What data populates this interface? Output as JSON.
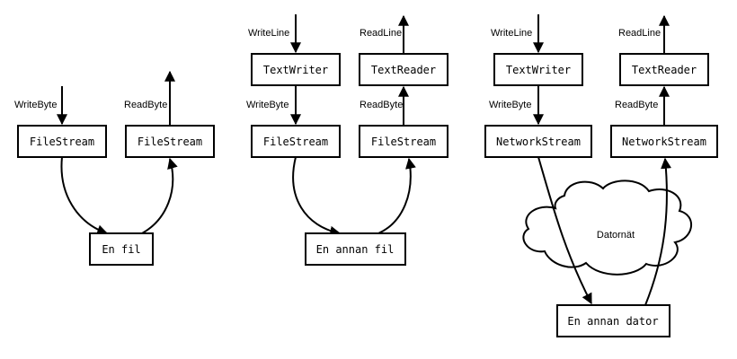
{
  "diagram1": {
    "label_writebyte": "WriteByte",
    "label_readbyte": "ReadByte",
    "box_write_filestream": "FileStream",
    "box_read_filestream": "FileStream",
    "box_file": "En fil"
  },
  "diagram2": {
    "label_writeline": "WriteLine",
    "label_readline": "ReadLine",
    "label_writebyte": "WriteByte",
    "label_readbyte": "ReadByte",
    "box_textwriter": "TextWriter",
    "box_textreader": "TextReader",
    "box_write_filestream": "FileStream",
    "box_read_filestream": "FileStream",
    "box_file": "En annan fil"
  },
  "diagram3": {
    "label_writeline": "WriteLine",
    "label_readline": "ReadLine",
    "label_writebyte": "WriteByte",
    "label_readbyte": "ReadByte",
    "box_textwriter": "TextWriter",
    "box_textreader": "TextReader",
    "box_write_networkstream": "NetworkStream",
    "box_read_networkstream": "NetworkStream",
    "cloud_label": "Datornät",
    "box_computer": "En annan dator"
  }
}
